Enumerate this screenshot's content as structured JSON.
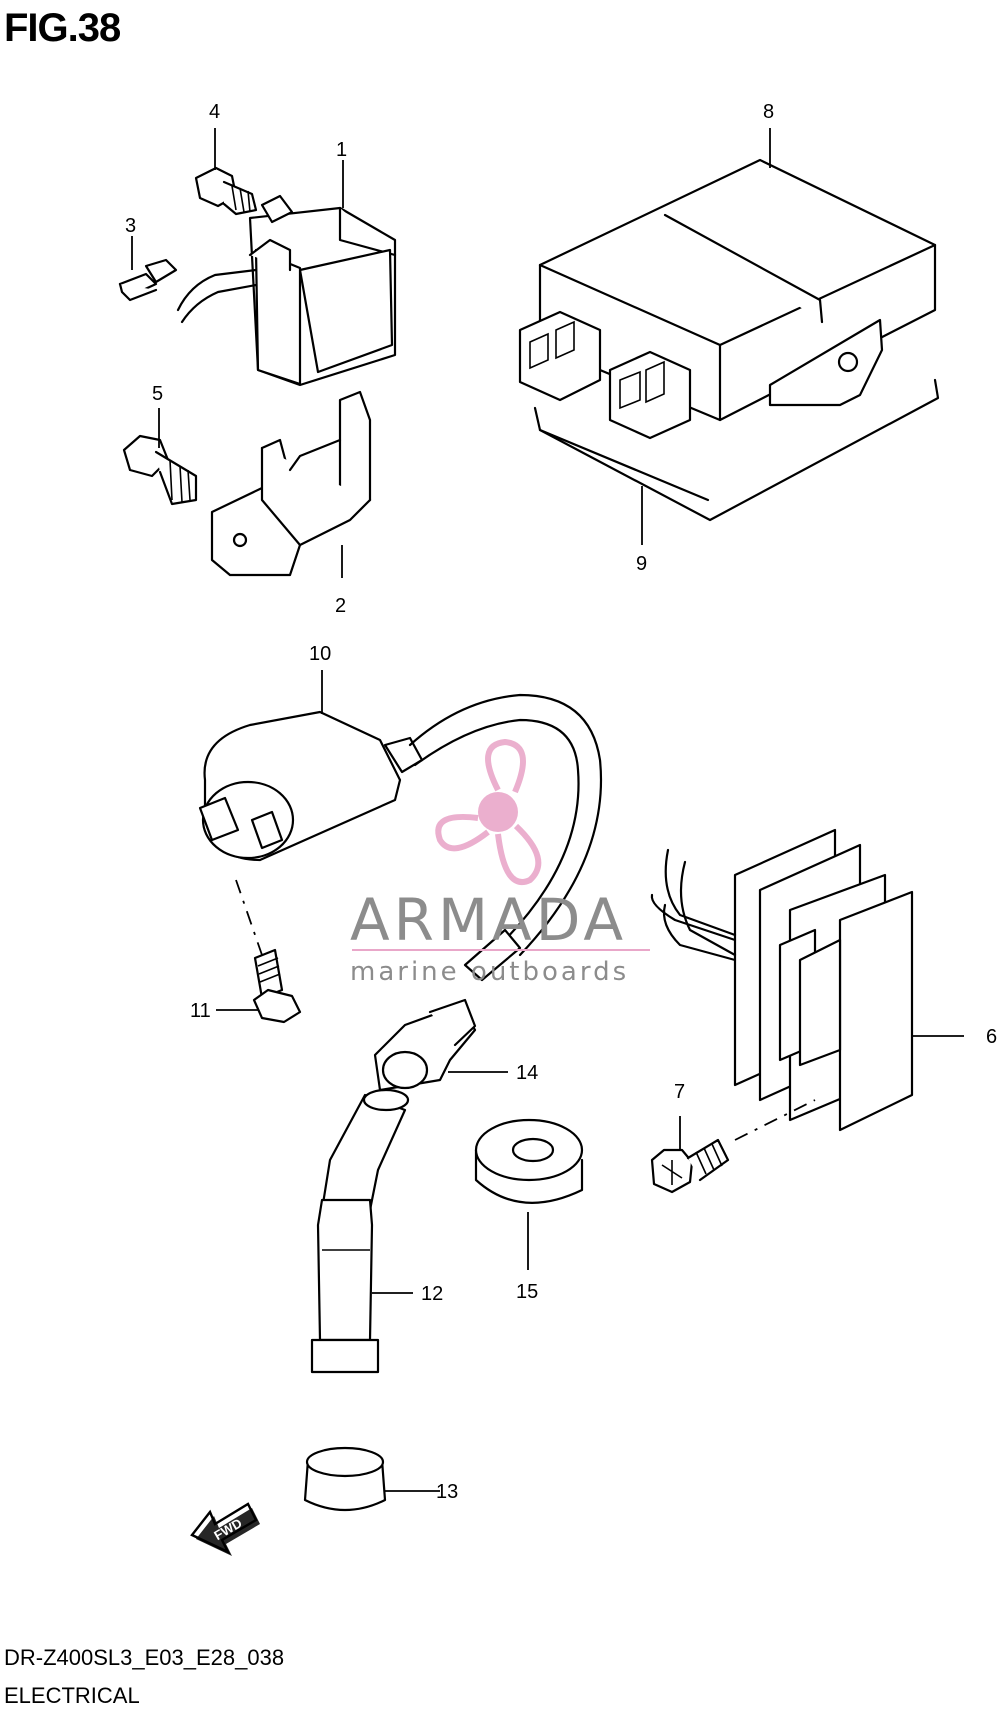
{
  "figure": {
    "title": "FIG.38",
    "model_code": "DR-Z400SL3_E03_E28_038",
    "section_name": "ELECTRICAL"
  },
  "callouts": [
    "1",
    "2",
    "3",
    "4",
    "5",
    "6",
    "7",
    "8",
    "9",
    "10",
    "11",
    "12",
    "13",
    "14",
    "15"
  ],
  "watermark": {
    "brand": "ARMADA",
    "tagline": "marine outboards",
    "logo_color": "#e9a7c9"
  },
  "direction_badge": "FWD",
  "colors": {
    "line": "#000000",
    "watermark_text": "#8c8c8c",
    "logo_pink": "#e9a7c9"
  }
}
